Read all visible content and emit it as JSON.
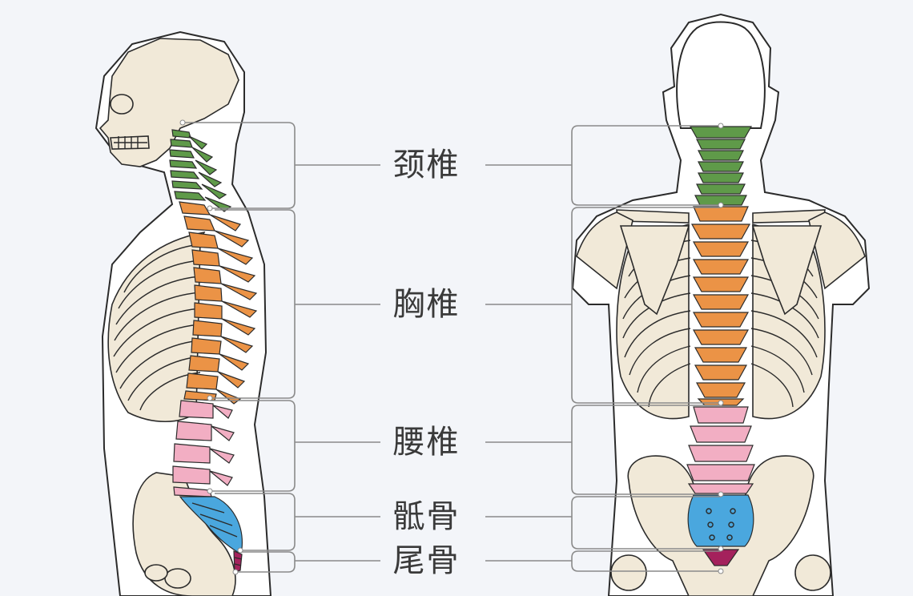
{
  "colors": {
    "background": "#f3f5f9",
    "bone": "#f1e9d8",
    "outline": "#2b2b2b",
    "cervical": "#5f9a49",
    "thoracic": "#eb9346",
    "lumbar": "#f2aec3",
    "sacrum": "#4aa7de",
    "coccyx": "#a4215c",
    "bracket": "#8a8a8a"
  },
  "labels": {
    "cervical": "颈椎",
    "thoracic": "胸椎",
    "lumbar": "腰椎",
    "sacrum": "骶骨",
    "coccyx": "尾骨"
  }
}
